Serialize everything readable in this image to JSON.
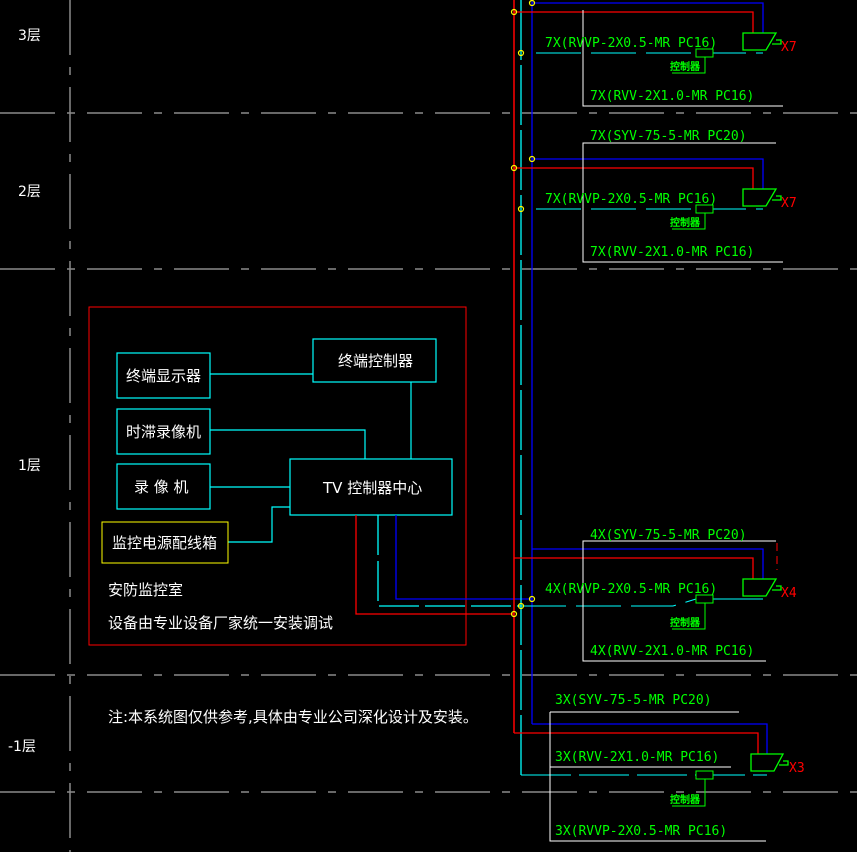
{
  "floors": {
    "f3": "3层",
    "f2": "2层",
    "f1": "1层",
    "b1": "-1层"
  },
  "room": {
    "display": "终端显示器",
    "controller": "终端控制器",
    "timelapse": "时滞录像机",
    "recorder": "录 像 机",
    "tv_center": "TV 控制器中心",
    "power_box": "监控电源配线箱",
    "room_name": "安防监控室",
    "install_note": "设备由专业设备厂家统一安装调试"
  },
  "note": "注:本系统图仅供参考,具体由专业公司深化设计及安装。",
  "branches": {
    "f3": {
      "rvvp": "7X(RVVP-2X0.5-MR PC16)",
      "rvv": "7X(RVV-2X1.0-MR PC16)",
      "ctl": "控制器",
      "count": "X7"
    },
    "f2": {
      "syv": "7X(SYV-75-5-MR PC20)",
      "rvvp": "7X(RVVP-2X0.5-MR PC16)",
      "rvv": "7X(RVV-2X1.0-MR PC16)",
      "ctl": "控制器",
      "count": "X7"
    },
    "f1": {
      "syv": "4X(SYV-75-5-MR PC20)",
      "rvvp": "4X(RVVP-2X0.5-MR PC16)",
      "rvv": "4X(RVV-2X1.0-MR PC16)",
      "ctl": "控制器",
      "count": "X4"
    },
    "b1": {
      "syv": "3X(SYV-75-5-MR PC20)",
      "rvv": "3X(RVV-2X1.0-MR PC16)",
      "rvvp": "3X(RVVP-2X0.5-MR PC16)",
      "ctl": "控制器",
      "count": "X3"
    }
  },
  "colors": {
    "signal": "#00ffff",
    "video": "#0000ff",
    "power": "#ff0000",
    "label": "#00ff00"
  }
}
